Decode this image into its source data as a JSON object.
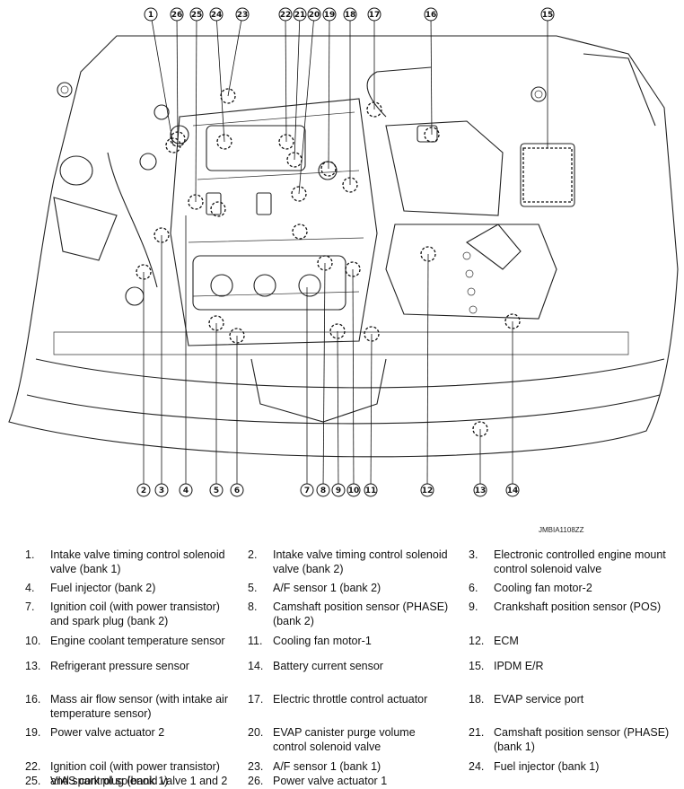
{
  "figure": {
    "code": "JMBIA1108ZZ",
    "callouts": [
      {
        "n": "1"
      },
      {
        "n": "2"
      },
      {
        "n": "3"
      },
      {
        "n": "4"
      },
      {
        "n": "5"
      },
      {
        "n": "6"
      },
      {
        "n": "7"
      },
      {
        "n": "8"
      },
      {
        "n": "9"
      },
      {
        "n": "10"
      },
      {
        "n": "11"
      },
      {
        "n": "12"
      },
      {
        "n": "13"
      },
      {
        "n": "14"
      },
      {
        "n": "15"
      },
      {
        "n": "16"
      },
      {
        "n": "17"
      },
      {
        "n": "18"
      },
      {
        "n": "19"
      },
      {
        "n": "20"
      },
      {
        "n": "21"
      },
      {
        "n": "22"
      },
      {
        "n": "23"
      },
      {
        "n": "24"
      },
      {
        "n": "25"
      },
      {
        "n": "26"
      }
    ]
  },
  "legend": [
    {
      "num": "1.",
      "text": "Intake valve timing control solenoid valve (bank 1)"
    },
    {
      "num": "2.",
      "text": "Intake valve timing control solenoid valve (bank 2)"
    },
    {
      "num": "3.",
      "text": "Electronic controlled engine mount control solenoid valve"
    },
    {
      "num": "4.",
      "text": "Fuel injector (bank 2)"
    },
    {
      "num": "5.",
      "text": "A/F sensor 1 (bank 2)"
    },
    {
      "num": "6.",
      "text": "Cooling fan motor-2"
    },
    {
      "num": "7.",
      "text": "Ignition coil (with power transistor) and spark plug (bank 2)"
    },
    {
      "num": "8.",
      "text": "Camshaft position sensor (PHASE) (bank 2)"
    },
    {
      "num": "9.",
      "text": "Crankshaft position sensor (POS)"
    },
    {
      "num": "10.",
      "text": "Engine coolant temperature sensor"
    },
    {
      "num": "11.",
      "text": "Cooling fan motor-1"
    },
    {
      "num": "12.",
      "text": "ECM"
    },
    {
      "num": "13.",
      "text": "Refrigerant pressure sensor"
    },
    {
      "num": "14.",
      "text": "Battery current sensor"
    },
    {
      "num": "15.",
      "text": "IPDM E/R"
    },
    {
      "num": "16.",
      "text": "Mass air flow sensor (with intake air temperature sensor)"
    },
    {
      "num": "17.",
      "text": "Electric throttle control actuator"
    },
    {
      "num": "18.",
      "text": "EVAP service port"
    },
    {
      "num": "19.",
      "text": "Power valve actuator 2"
    },
    {
      "num": "20.",
      "text": "EVAP canister purge volume control solenoid valve"
    },
    {
      "num": "21.",
      "text": "Camshaft position sensor (PHASE) (bank 1)"
    },
    {
      "num": "22.",
      "text": "Ignition coil (with power transistor) and spark plug (bank 1)"
    },
    {
      "num": "23.",
      "text": "A/F sensor 1 (bank 1)"
    },
    {
      "num": "24.",
      "text": "Fuel injector (bank 1)"
    },
    {
      "num": "25.",
      "text": "VIAS control solenoid valve 1 and 2"
    },
    {
      "num": "26.",
      "text": "Power valve actuator 1"
    }
  ]
}
